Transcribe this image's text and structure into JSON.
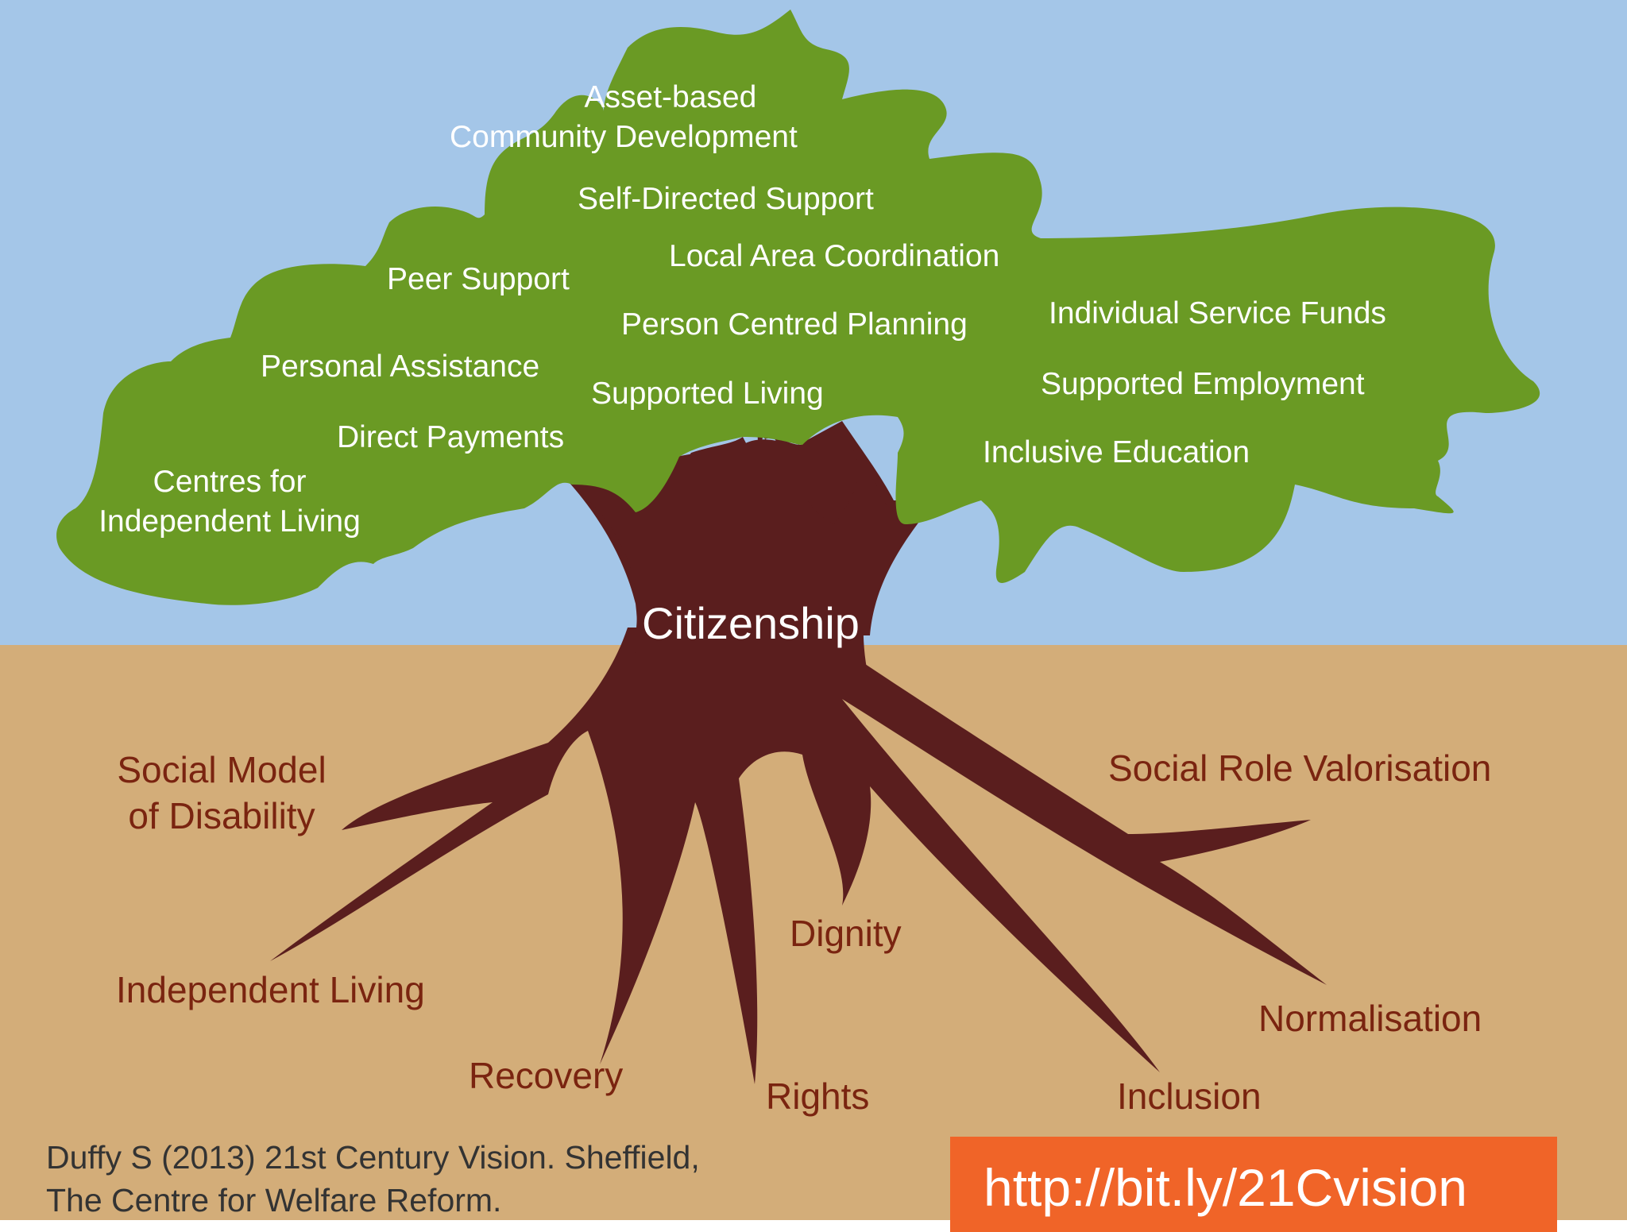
{
  "colors": {
    "sky": "#a4c6e8",
    "ground": "#d3ad79",
    "canopy": "#6a9a24",
    "trunk": "#5a1e1e",
    "root_text": "#7a2410",
    "link_box": "#f06428"
  },
  "center": {
    "label": "Citizenship"
  },
  "canopy": {
    "items": [
      {
        "lines": [
          "Asset-based",
          "Community Development"
        ]
      },
      {
        "lines": [
          "Self-Directed Support"
        ]
      },
      {
        "lines": [
          "Local Area Coordination"
        ]
      },
      {
        "lines": [
          "Peer Support"
        ]
      },
      {
        "lines": [
          "Person Centred Planning"
        ]
      },
      {
        "lines": [
          "Individual Service Funds"
        ]
      },
      {
        "lines": [
          "Personal Assistance"
        ]
      },
      {
        "lines": [
          "Supported Living"
        ]
      },
      {
        "lines": [
          "Supported Employment"
        ]
      },
      {
        "lines": [
          "Direct Payments"
        ]
      },
      {
        "lines": [
          "Inclusive Education"
        ]
      },
      {
        "lines": [
          "Centres for",
          "Independent Living"
        ]
      }
    ]
  },
  "roots": {
    "items": [
      {
        "lines": [
          "Social Model",
          "of Disability"
        ]
      },
      {
        "lines": [
          "Social Role Valorisation"
        ]
      },
      {
        "lines": [
          "Dignity"
        ]
      },
      {
        "lines": [
          "Independent Living"
        ]
      },
      {
        "lines": [
          "Normalisation"
        ]
      },
      {
        "lines": [
          "Recovery"
        ]
      },
      {
        "lines": [
          "Rights"
        ]
      },
      {
        "lines": [
          "Inclusion"
        ]
      }
    ]
  },
  "citation": {
    "line1": "Duffy S (2013) 21st Century Vision. Sheffield,",
    "line2": "The Centre for Welfare Reform."
  },
  "link": {
    "text": "http://bit.ly/21Cvision"
  }
}
